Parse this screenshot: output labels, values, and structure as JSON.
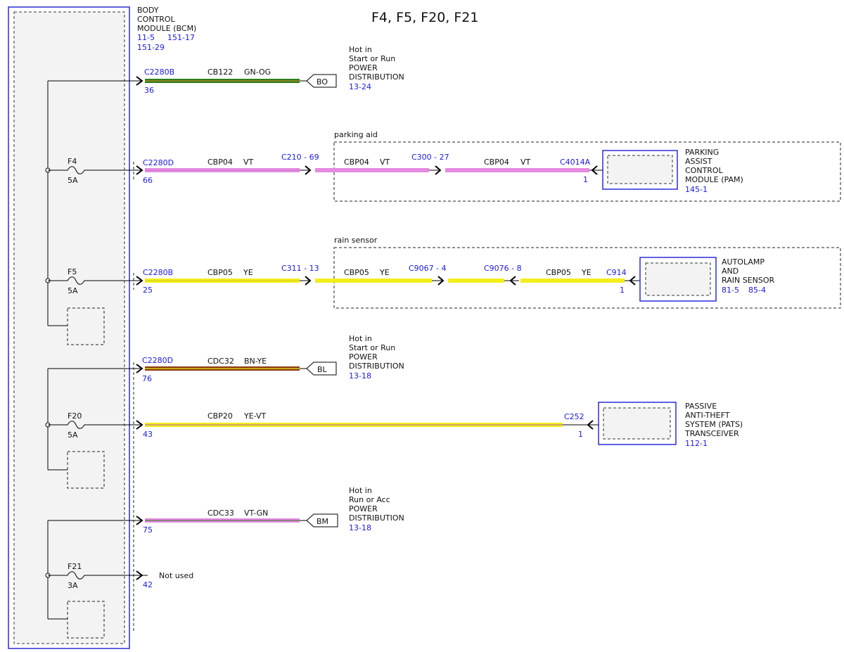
{
  "title": "F4, F5, F20, F21",
  "bcm": {
    "label_lines": [
      "BODY",
      "CONTROL",
      "MODULE (BCM)"
    ],
    "ref1": "11-5",
    "ref2": "151-17",
    "ref3": "151-29"
  },
  "fuses": {
    "f4": {
      "name": "F4",
      "rating": "5A"
    },
    "f5": {
      "name": "F5",
      "rating": "5A"
    },
    "f20": {
      "name": "F20",
      "rating": "5A"
    },
    "f21": {
      "name": "F21",
      "rating": "3A"
    }
  },
  "circuits": {
    "bo": {
      "connector": "C2280B",
      "pin": "36",
      "circuit": "CB122",
      "color": "GN-OG",
      "tag": "BO",
      "note_lines": [
        "Hot in",
        "Start or Run",
        "POWER",
        "DISTRIBUTION"
      ],
      "note_ref": "13-24"
    },
    "f4": {
      "connector": "C2280D",
      "pin": "66",
      "circuit1": "CBP04",
      "color1": "VT",
      "inline1": "C210 - 69",
      "circuit2": "CBP04",
      "color2": "VT",
      "inline2": "C300 - 27",
      "circuit3": "CBP04",
      "color3": "VT",
      "end_connector": "C4014A",
      "end_pin": "1"
    },
    "f5": {
      "connector": "C2280B",
      "pin": "25",
      "circuit1": "CBP05",
      "color1": "YE",
      "inline1": "C311 - 13",
      "circuit2": "CBP05",
      "color2": "YE",
      "inline2": "C9067 - 4",
      "inline3": "C9076 - 8",
      "circuit3": "CBP05",
      "color3": "YE",
      "end_connector": "C914",
      "end_pin": "1"
    },
    "bl": {
      "connector": "C2280D",
      "pin": "76",
      "circuit": "CDC32",
      "color": "BN-YE",
      "tag": "BL",
      "note_lines": [
        "Hot in",
        "Start or Run",
        "POWER",
        "DISTRIBUTION"
      ],
      "note_ref": "13-18"
    },
    "f20": {
      "pin": "43",
      "circuit": "CBP20",
      "color": "YE-VT",
      "end_connector": "C252",
      "end_pin": "1"
    },
    "bm": {
      "pin": "75",
      "circuit": "CDC33",
      "color": "VT-GN",
      "tag": "BM",
      "note_lines": [
        "Hot in",
        "Run or Acc",
        "POWER",
        "DISTRIBUTION"
      ],
      "note_ref": "13-18"
    },
    "f21": {
      "pin": "42",
      "note": "Not used"
    }
  },
  "groups": {
    "parking": {
      "label": "parking aid"
    },
    "rain": {
      "label": "rain sensor"
    }
  },
  "modules": {
    "pam": {
      "lines": [
        "PARKING",
        "ASSIST",
        "CONTROL",
        "MODULE (PAM)"
      ],
      "ref": "145-1"
    },
    "rain": {
      "lines": [
        "AUTOLAMP",
        "AND",
        "RAIN SENSOR"
      ],
      "ref1": "81-5",
      "ref2": "85-4"
    },
    "pats": {
      "lines": [
        "PASSIVE",
        "ANTI-THEFT",
        "SYSTEM (PATS)",
        "TRANSCEIVER"
      ],
      "ref": "112-1"
    }
  },
  "colors": {
    "ref_blue": "#1a1adf",
    "box_blue": "#2b2bd9",
    "green": "#2e7d1a",
    "orange": "#e08a2a",
    "violet": "#e48ae0",
    "yellow": "#f2ee1c",
    "brown": "#8a3a10",
    "gray_bg": "#f3f3f3"
  }
}
